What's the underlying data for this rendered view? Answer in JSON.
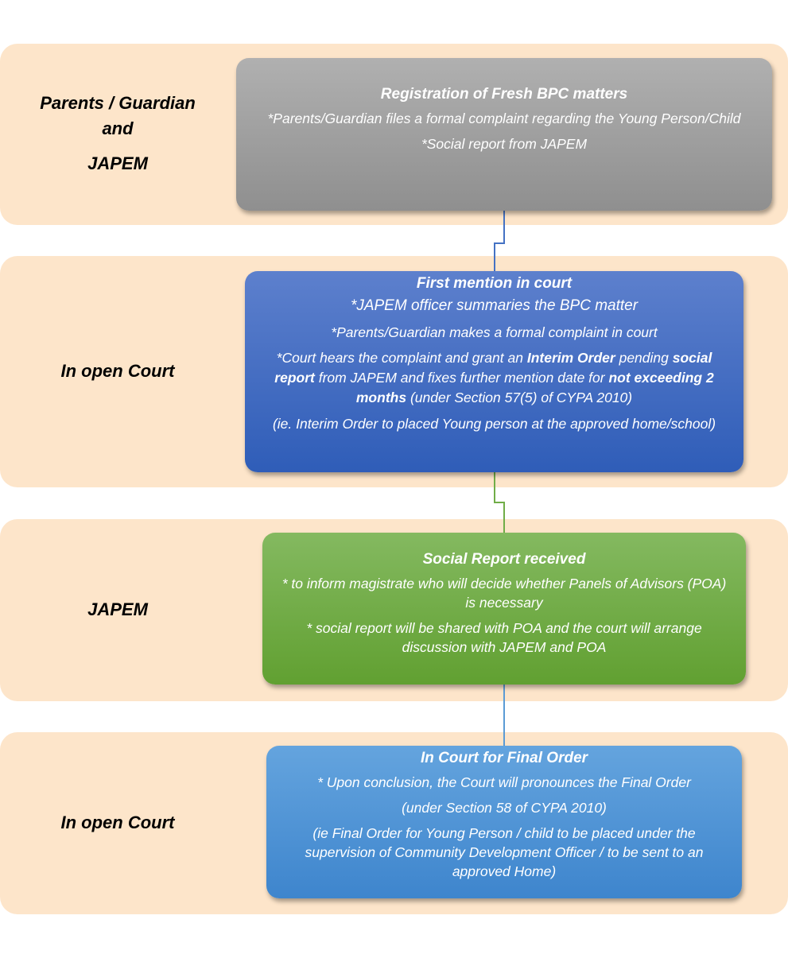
{
  "lanes": [
    {
      "label_lines": [
        "Parents / Guardian",
        "and",
        "JAPEM"
      ]
    },
    {
      "label": "In open Court"
    },
    {
      "label": "JAPEM"
    },
    {
      "label": "In open Court"
    }
  ],
  "steps": [
    {
      "title": "Registration of Fresh BPC matters",
      "lines": [
        "*Parents/Guardian files a formal complaint regarding the Young Person/Child",
        "*Social report from JAPEM"
      ]
    },
    {
      "title": "First mention in court",
      "lines": [
        "*JAPEM officer summaries the BPC matter",
        "*Parents/Guardian makes a formal complaint in court"
      ],
      "rich": [
        "*Court hears the complaint and grant an ",
        "Interim Order",
        " pending ",
        "social report",
        " from JAPEM and fixes further mention date for ",
        "not exceeding 2 months",
        " (under Section 57(5) of CYPA 2010)"
      ],
      "note": "(ie. Interim Order to placed Young person at the approved home/school)"
    },
    {
      "title": "Social Report received",
      "lines": [
        "* to inform magistrate who will decide whether Panels of Advisors (POA) is necessary",
        "* social report will be shared with POA and the court will arrange discussion with JAPEM and POA"
      ]
    },
    {
      "title": "In Court for Final Order",
      "lines": [
        "* Upon conclusion, the Court will pronounces the Final  Order",
        "(under Section 58 of CYPA 2010)",
        "(ie Final Order for Young Person / child to be placed under the supervision of Community Development Officer / to be sent to an approved Home)"
      ]
    }
  ],
  "colors": {
    "band": "#fde5ca",
    "gray": "#9e9e9e",
    "blue": "#4472c4",
    "green": "#70ad47",
    "lightblue": "#5b9bd5"
  }
}
